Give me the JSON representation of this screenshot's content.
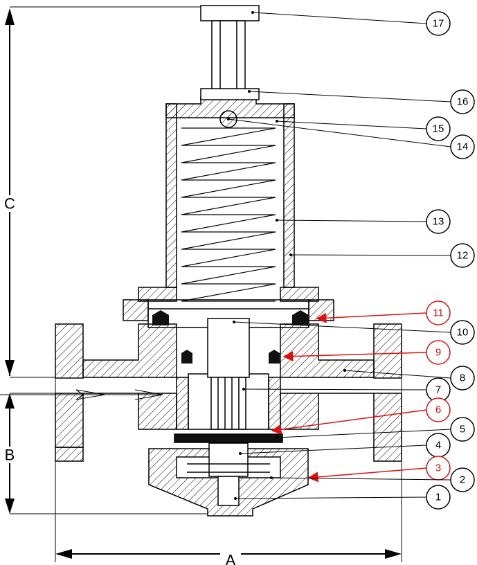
{
  "dimensions": {
    "a_label": "A",
    "b_label": "B",
    "c_label": "C"
  },
  "callouts": [
    {
      "id": "17",
      "text": "17",
      "highlight": false
    },
    {
      "id": "16",
      "text": "16",
      "highlight": false
    },
    {
      "id": "15",
      "text": "15",
      "highlight": false
    },
    {
      "id": "14",
      "text": "14",
      "highlight": false
    },
    {
      "id": "13",
      "text": "13",
      "highlight": false
    },
    {
      "id": "12",
      "text": "12",
      "highlight": false
    },
    {
      "id": "11",
      "text": "11",
      "highlight": true
    },
    {
      "id": "10",
      "text": "10",
      "highlight": false
    },
    {
      "id": "9",
      "text": "9",
      "highlight": true
    },
    {
      "id": "8",
      "text": "8",
      "highlight": false
    },
    {
      "id": "7",
      "text": "7",
      "highlight": false
    },
    {
      "id": "6",
      "text": "6",
      "highlight": true
    },
    {
      "id": "5",
      "text": "5",
      "highlight": false
    },
    {
      "id": "4",
      "text": "4",
      "highlight": false
    },
    {
      "id": "3",
      "text": "3",
      "highlight": true
    },
    {
      "id": "2",
      "text": "2",
      "highlight": false
    },
    {
      "id": "1",
      "text": "1",
      "highlight": false
    }
  ],
  "colors": {
    "line": "#000000",
    "highlight": "#e01010",
    "background": "#ffffff"
  }
}
